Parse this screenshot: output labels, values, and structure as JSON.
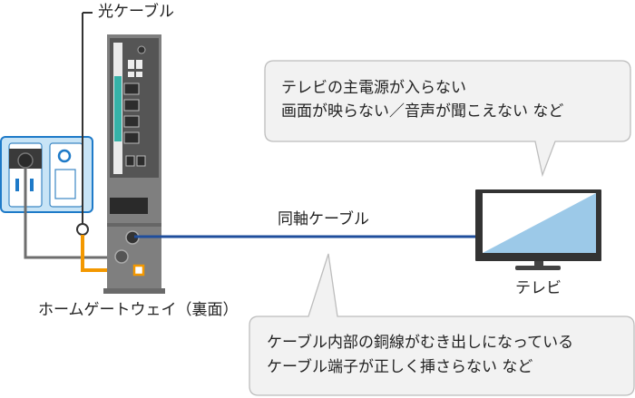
{
  "labels": {
    "optical_cable": "光ケーブル",
    "coax_cable": "同軸ケーブル",
    "gateway": "ホームゲートウェイ（裏面）",
    "tv": "テレビ"
  },
  "bubbles": {
    "tv_symptoms": [
      "テレビの主電源が入らない",
      "画面が映らない／音声が聞こえない など"
    ],
    "cable_symptoms": [
      "ケーブル内部の銅線がむき出しになっている",
      "ケーブル端子が正しく挿さらない など"
    ]
  },
  "colors": {
    "optical_cable": "#f39800",
    "coax_cable": "#1f4e9c",
    "outlet_panel": "#c8e4f6",
    "outlet_border": "#1e7ac8",
    "gateway_body": "#7f7f7f",
    "tv_screen": "#9cc9e8",
    "bubble_fill": "#f2f2f2"
  }
}
